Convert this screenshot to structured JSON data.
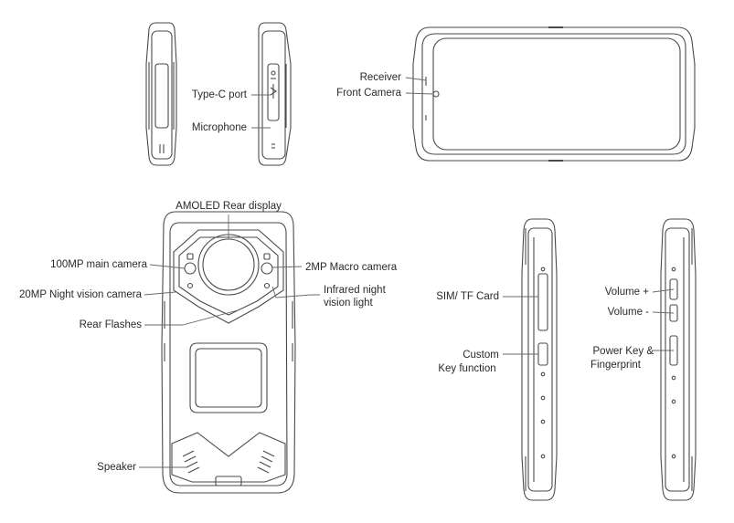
{
  "labels": {
    "type_c_port": "Type-C port",
    "microphone": "Microphone",
    "receiver": "Receiver",
    "front_camera": "Front Camera",
    "amoled_rear_display": "AMOLED Rear display",
    "main_camera": "100MP main camera",
    "macro_camera": "2MP  Macro camera",
    "night_vision_camera": "20MP Night vision camera",
    "infrared_light_line1": "Infrared night",
    "infrared_light_line2": "vision light",
    "rear_flashes": "Rear Flashes",
    "speaker": "Speaker",
    "sim_tf_card": "SIM/ TF Card",
    "custom_key_line1": "Custom",
    "custom_key_line2": "Key function",
    "volume_up": "Volume +",
    "volume_down": "Volume -",
    "power_key_line1": "Power Key &",
    "power_key_line2": "Fingerprint"
  },
  "colors": {
    "outline": "#4a4a4a",
    "leader": "#6a6a6a",
    "text": "#2a2a2a"
  }
}
